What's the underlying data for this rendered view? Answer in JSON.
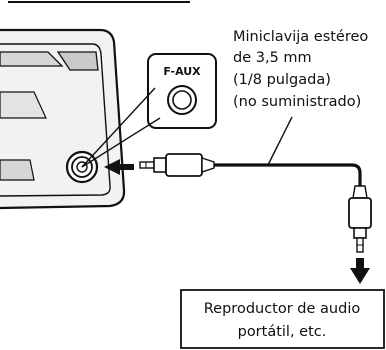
{
  "port_label": "F-AUX",
  "cable_callout": {
    "lines": [
      "Miniclavija estéreo",
      "de 3,5 mm",
      "(1/8 pulgada)",
      "(no suministrado)"
    ]
  },
  "device_box": {
    "lines": [
      "Reproductor de audio",
      "portátil, etc."
    ]
  },
  "colors": {
    "stroke": "#111111",
    "panel_gray": "#e6e6e6",
    "slot_gray": "#cfcfcf"
  }
}
